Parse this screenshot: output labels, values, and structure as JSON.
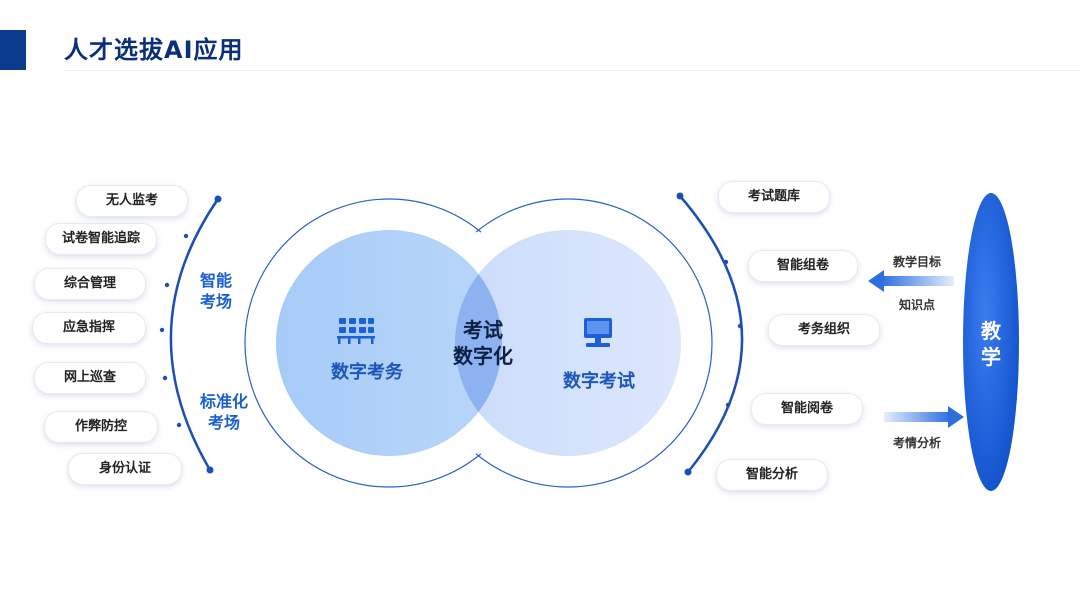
{
  "header": {
    "title": "人才选拔AI应用"
  },
  "left_items": [
    "无人监考",
    "试卷智能追踪",
    "综合管理",
    "应急指挥",
    "网上巡查",
    "作弊防控",
    "身份认证"
  ],
  "left_groups": [
    {
      "line1": "智能",
      "line2": "考场"
    },
    {
      "line1": "标准化",
      "line2": "考场"
    }
  ],
  "venn": {
    "left_label": "数字考务",
    "right_label": "数字考试",
    "center_line1": "考试",
    "center_line2": "数字化",
    "left_icon": "people-grid-icon",
    "right_icon": "computer-icon",
    "left_color": "#a9cdf8",
    "right_color": "#d3e1fb",
    "overlap_color": "#8fb3ee"
  },
  "right_items": [
    "考试题库",
    "智能组卷",
    "考务组织",
    "智能阅卷",
    "智能分析"
  ],
  "teaching": {
    "line1": "教",
    "line2": "学",
    "color": "#1c5fdc"
  },
  "arrows": {
    "in_label_1": "教学目标",
    "in_label_2": "知识点",
    "out_label": "考情分析"
  }
}
